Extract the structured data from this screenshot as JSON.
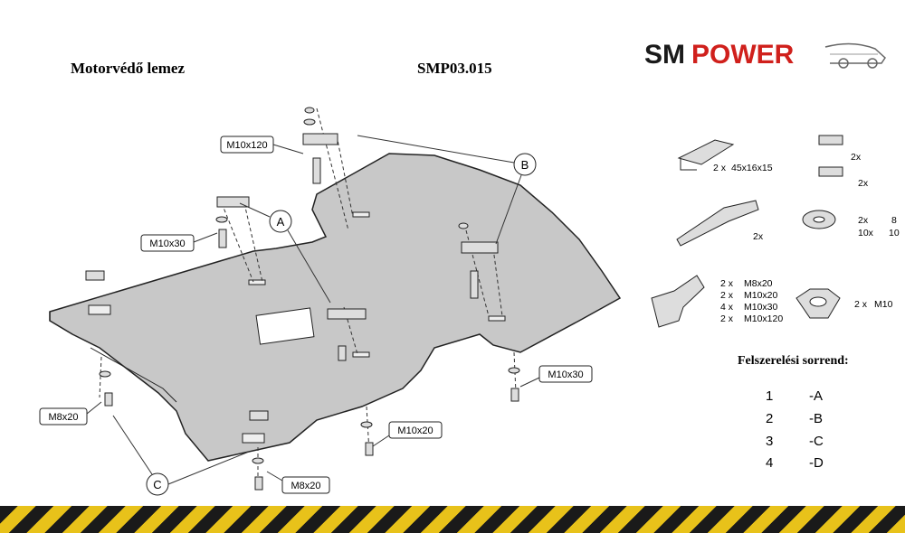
{
  "header": {
    "title_left": "Motorvédő lemez",
    "title_right": "SMP03.015",
    "logo_sm": "SM",
    "logo_power": "POWER"
  },
  "callouts": {
    "m10x120": "M10x120",
    "m10x30_left": "M10x30",
    "m10x30_right": "M10x30",
    "m8x20_left": "M8x20",
    "m8x20_bottom": "M8x20",
    "m10x20": "M10x20",
    "a": "A",
    "b": "B",
    "c": "C"
  },
  "parts": {
    "bracket_qty": "2 x",
    "bracket_size": "45x16x15",
    "clip1_qty": "2x",
    "clip2_qty": "2x",
    "strap_qty": "2x",
    "washer_qty_a": "2x",
    "washer_qty_b": "10x",
    "washer_size_a": "8",
    "washer_size_b": "10",
    "bolts": [
      {
        "qty": "2 x",
        "size": "M8x20"
      },
      {
        "qty": "2 x",
        "size": "M10x20"
      },
      {
        "qty": "4 x",
        "size": "M10x30"
      },
      {
        "qty": "2 x",
        "size": "M10x120"
      }
    ],
    "nut_qty": "2 x",
    "nut_size": "M10"
  },
  "order": {
    "title": "Felszerelési sorrend:",
    "rows": [
      {
        "num": "1",
        "step": "-A"
      },
      {
        "num": "2",
        "step": "-B"
      },
      {
        "num": "3",
        "step": "-C"
      },
      {
        "num": "4",
        "step": "-D"
      }
    ]
  },
  "colors": {
    "plate": "#c9c9c9",
    "logo_red": "#d0201c",
    "stripe_yellow": "#e8c21a",
    "stripe_black": "#1a1a1a"
  }
}
